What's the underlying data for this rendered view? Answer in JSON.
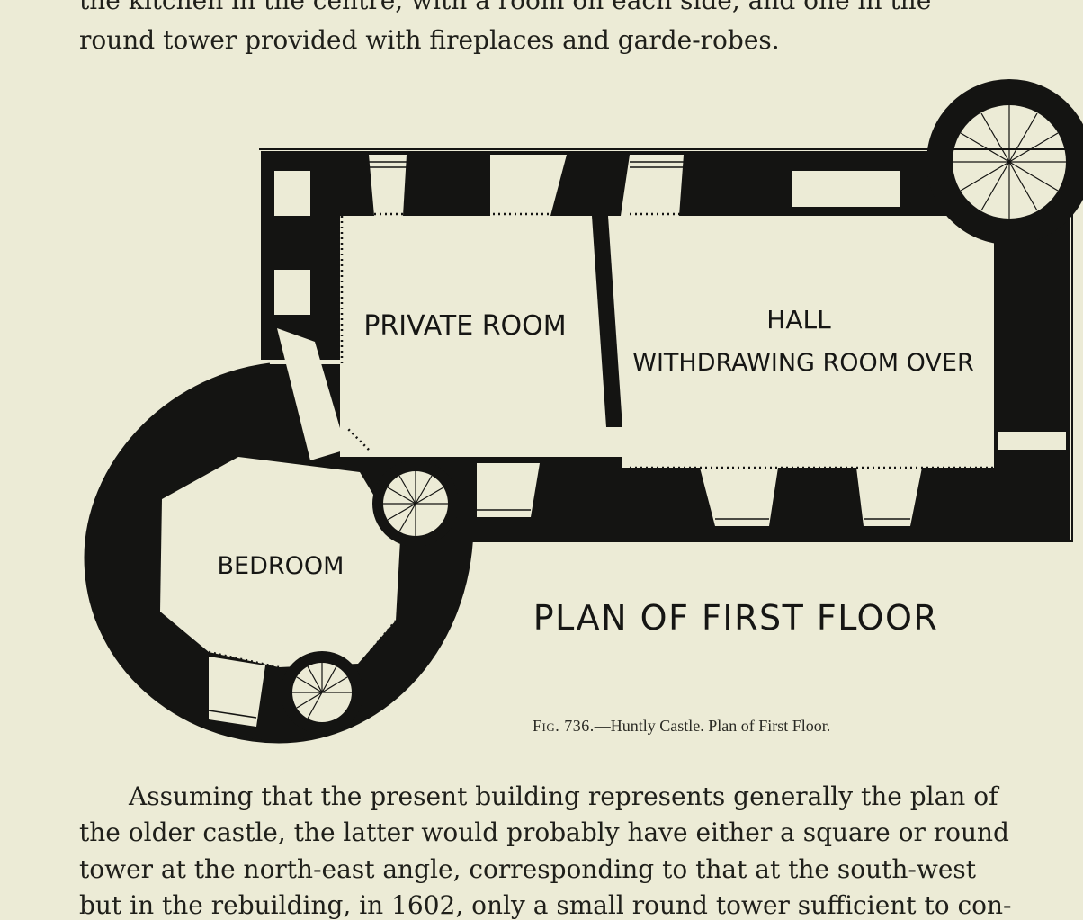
{
  "text_top": [
    "the kitchen in the centre, with a room on each side, and one in the",
    "round tower provided with fireplaces and garde-robes."
  ],
  "plan": {
    "rooms": {
      "private_room": "PRIVATE ROOM",
      "hall": "HALL",
      "withdrawing_room": "WITHDRAWING ROOM OVER",
      "bedroom": "BEDROOM"
    },
    "title": "PLAN OF FIRST FLOOR"
  },
  "caption": {
    "fig": "Fig. 736.",
    "text": "—Huntly Castle.   Plan of First Floor."
  },
  "text_bottom": [
    "Assuming that the present building represents generally the plan of",
    "the older castle, the latter would probably have either a square or round",
    "tower at the north-east angle, corresponding to that at the south-west",
    "but in the rebuilding, in 1602, only a small round tower sufficient to con-"
  ],
  "colors": {
    "paper": "#ecebd6",
    "ink": "#141412"
  }
}
